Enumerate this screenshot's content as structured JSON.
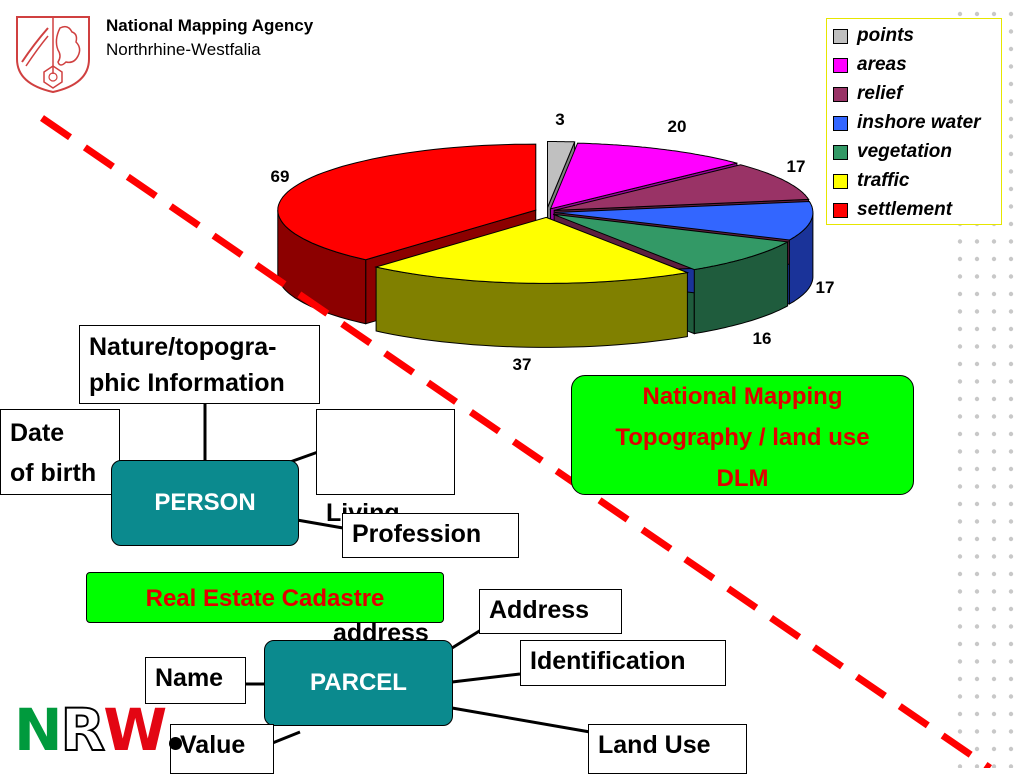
{
  "header": {
    "agency_name": "National Mapping Agency",
    "agency_sub": "Northrhine-Westfalia"
  },
  "logo": {
    "letters": [
      "N",
      "R",
      "W"
    ]
  },
  "chart_data": {
    "type": "pie",
    "series": [
      {
        "name": "points",
        "value": 3,
        "color": "#c0c0c0",
        "side": "#808080"
      },
      {
        "name": "areas",
        "value": 20,
        "color": "#ff00ff",
        "side": "#a000a0"
      },
      {
        "name": "relief",
        "value": 17,
        "color": "#993366",
        "side": "#5e1f3f"
      },
      {
        "name": "inshore water",
        "value": 17,
        "color": "#3366ff",
        "side": "#1a3399"
      },
      {
        "name": "vegetation",
        "value": 16,
        "color": "#339966",
        "side": "#1f5c3d"
      },
      {
        "name": "traffic",
        "value": 37,
        "color": "#ffff00",
        "side": "#808000"
      },
      {
        "name": "settlement",
        "value": 69,
        "color": "#ff0000",
        "side": "#8c0000"
      }
    ]
  },
  "diagram": {
    "person": {
      "label": "PERSON",
      "attributes": {
        "nature": [
          "Nature/topogra-",
          "phic Information"
        ],
        "birth": [
          "Date",
          "of birth"
        ],
        "living": [
          "Living",
          " address"
        ],
        "profession": "Profession"
      }
    },
    "parcel": {
      "label": "PARCEL",
      "attributes": {
        "address": "Address",
        "identification": "Identification",
        "name": "Name",
        "value": "Value",
        "land_use": "Land Use"
      }
    },
    "dlm": [
      "National Mapping",
      "Topography / land use",
      "DLM"
    ],
    "cadastre": "Real Estate Cadastre"
  }
}
